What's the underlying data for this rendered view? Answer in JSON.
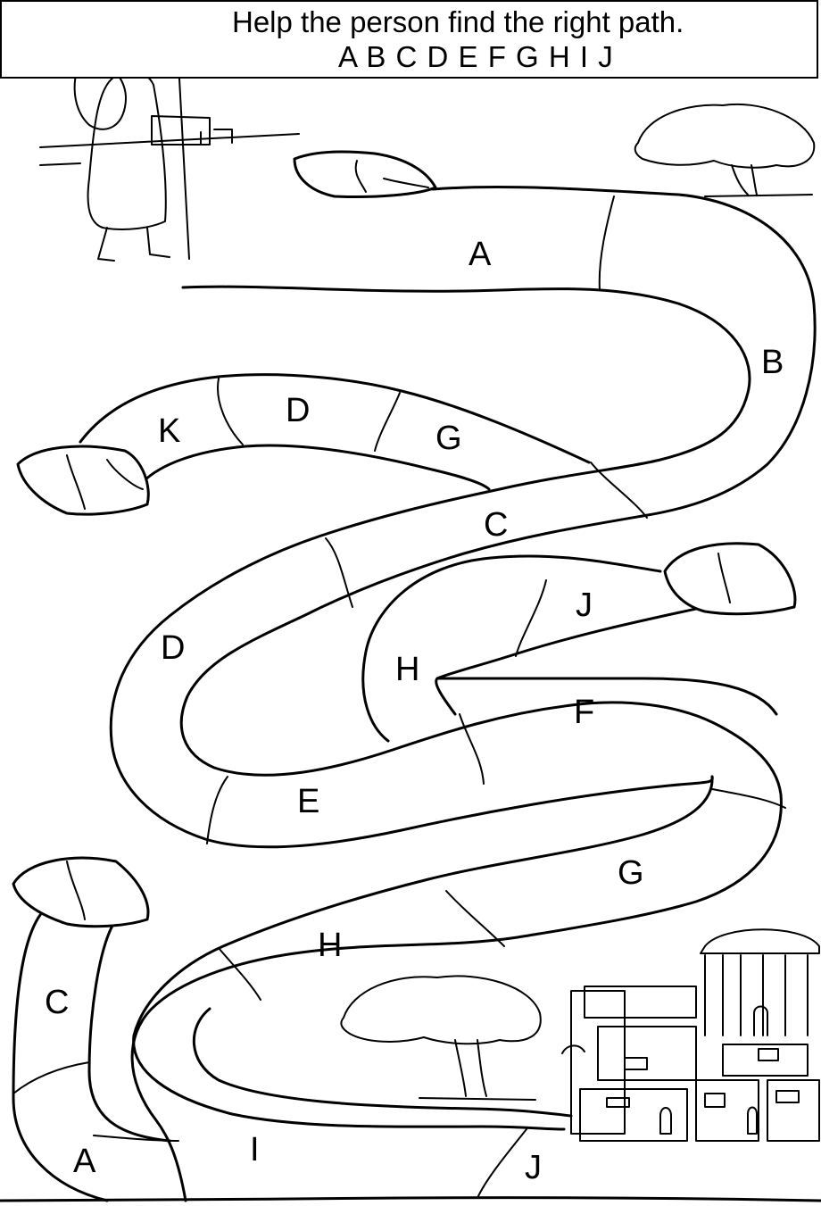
{
  "header": {
    "instruction": "Help the person find the right path.",
    "letters": "A B C D E F G H I J"
  },
  "path_labels": {
    "a1": "A",
    "b": "B",
    "k": "K",
    "d1": "D",
    "g1": "G",
    "c1": "C",
    "j1": "J",
    "d2": "D",
    "h1": "H",
    "f": "F",
    "e": "E",
    "g2": "G",
    "h2": "H",
    "c2": "C",
    "a2": "A",
    "i": "I",
    "j2": "J"
  },
  "illustrations": {
    "traveler": "traveler-illustration",
    "city": "city-illustration",
    "trees": "tree-icon",
    "rocks": "rock-icon"
  },
  "colors": {
    "ink": "#000000",
    "paper": "#ffffff"
  }
}
